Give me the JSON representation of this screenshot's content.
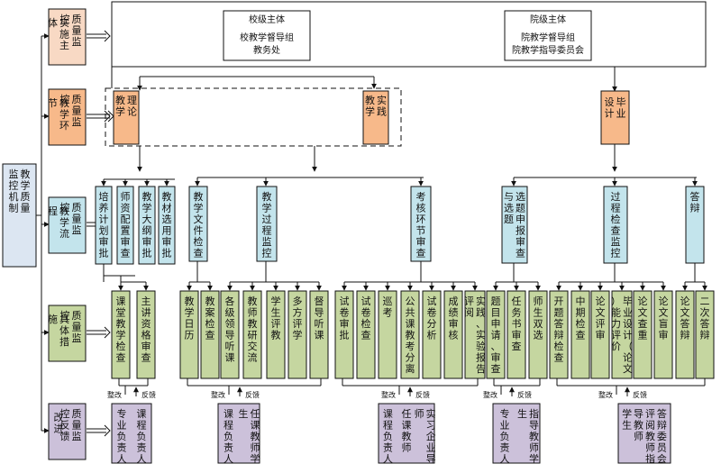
{
  "root": "教学质量监控机制",
  "mechanisms": [
    {
      "title": "质量监控",
      "sub": "实施主体"
    },
    {
      "title": "质量监控",
      "sub": "教学环节"
    },
    {
      "title": "质量监控",
      "sub": "教学流程"
    },
    {
      "title": "质量监控",
      "sub": "具体措施"
    },
    {
      "title": "质量监控反馈",
      "sub": "改进"
    }
  ],
  "subjects": {
    "school": {
      "title": "校级主体",
      "lines": [
        "校教学督导组",
        "教务处"
      ]
    },
    "college": {
      "title": "院级主体",
      "lines": [
        "院教学督导组",
        "院教学指导委员会"
      ]
    }
  },
  "links": {
    "theory": "理论教学",
    "practice": "实践教学",
    "thesis": "毕业设计"
  },
  "processes": {
    "theory": [
      "培养计划审批",
      "师资配置审查",
      "教学大纲审批",
      "教材选用审批"
    ],
    "mid": [
      "教学文件检查",
      "教学过程监控",
      "考核环节审查"
    ],
    "thesis": [
      "选题申报审查与选题",
      "过程检查监控",
      "答辩"
    ]
  },
  "measures": {
    "theory": [
      "课堂教学检查",
      "主讲资格审查"
    ],
    "doc": [
      "教学日历",
      "教案检查"
    ],
    "process": [
      "各级领导听课",
      "教师教研交流",
      "学生评教",
      "多方评学",
      "督导听课"
    ],
    "exam": [
      "试卷审批",
      "试卷检查",
      "巡考",
      "公共课教考分离",
      "试卷分析",
      "成绩审核",
      "实践、实验报告评阅"
    ],
    "selection": [
      "题目申请、审查",
      "任务书审查",
      "师生双选"
    ],
    "procheck": [
      "开题答辩检查",
      "中期检查",
      "论文评审",
      "毕业设计（论文）能力评价",
      "论文查重",
      "论文盲审"
    ],
    "defense": [
      "论文答辩",
      "二次答辩"
    ]
  },
  "feedback": {
    "improve": "整改",
    "report": "反馈",
    "groups": [
      {
        "left": "课程负责人",
        "right": "专业负责人"
      },
      {
        "left": "任课教师学生",
        "right": "课程负责人"
      },
      {
        "left": "实习企业导师",
        "mid": "任课教师",
        "right": "课程负责人"
      },
      {
        "left": "指导教师学生",
        "right": "专业负责人"
      },
      {
        "left": "答辩委员会",
        "mid": "评阅教师指导教师",
        "right": "学生"
      }
    ]
  },
  "colors": {
    "peach": "#f8d9c4",
    "orange": "#f7b98a",
    "blue": "#c3e4ec",
    "green": "#c5d6a0",
    "purple": "#ccc1da",
    "rootbg": "#dce6f2",
    "line": "#111111"
  }
}
